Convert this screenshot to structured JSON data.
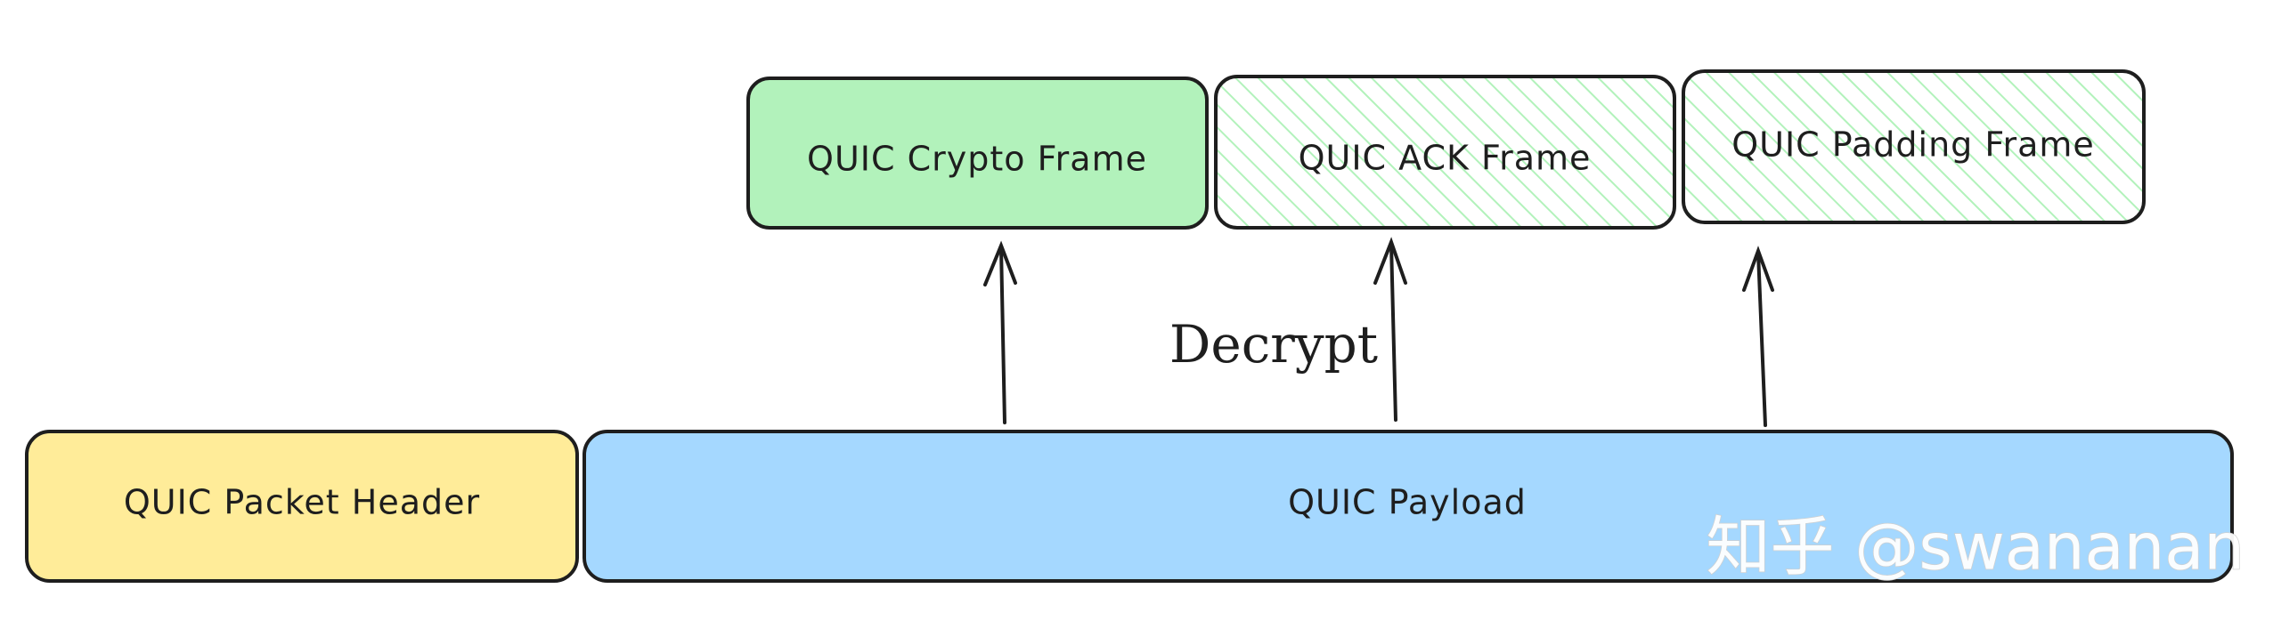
{
  "diagram": {
    "frames": [
      {
        "id": "crypto",
        "label": "QUIC Crypto Frame",
        "fill": "#b2f2bb",
        "style": "solid"
      },
      {
        "id": "ack",
        "label": "QUIC ACK Frame",
        "fill": "#b2f2bb",
        "style": "hatched"
      },
      {
        "id": "padding",
        "label": "QUIC Padding Frame",
        "fill": "#b2f2bb",
        "style": "hatched"
      }
    ],
    "packet": {
      "header_label": "QUIC Packet Header",
      "header_fill": "#ffec99",
      "payload_label": "QUIC Payload",
      "payload_fill": "#a5d8ff"
    },
    "decrypt_label": "Decrypt",
    "watermark": "知乎 @swananan",
    "stroke_color": "#1e1e1e"
  }
}
